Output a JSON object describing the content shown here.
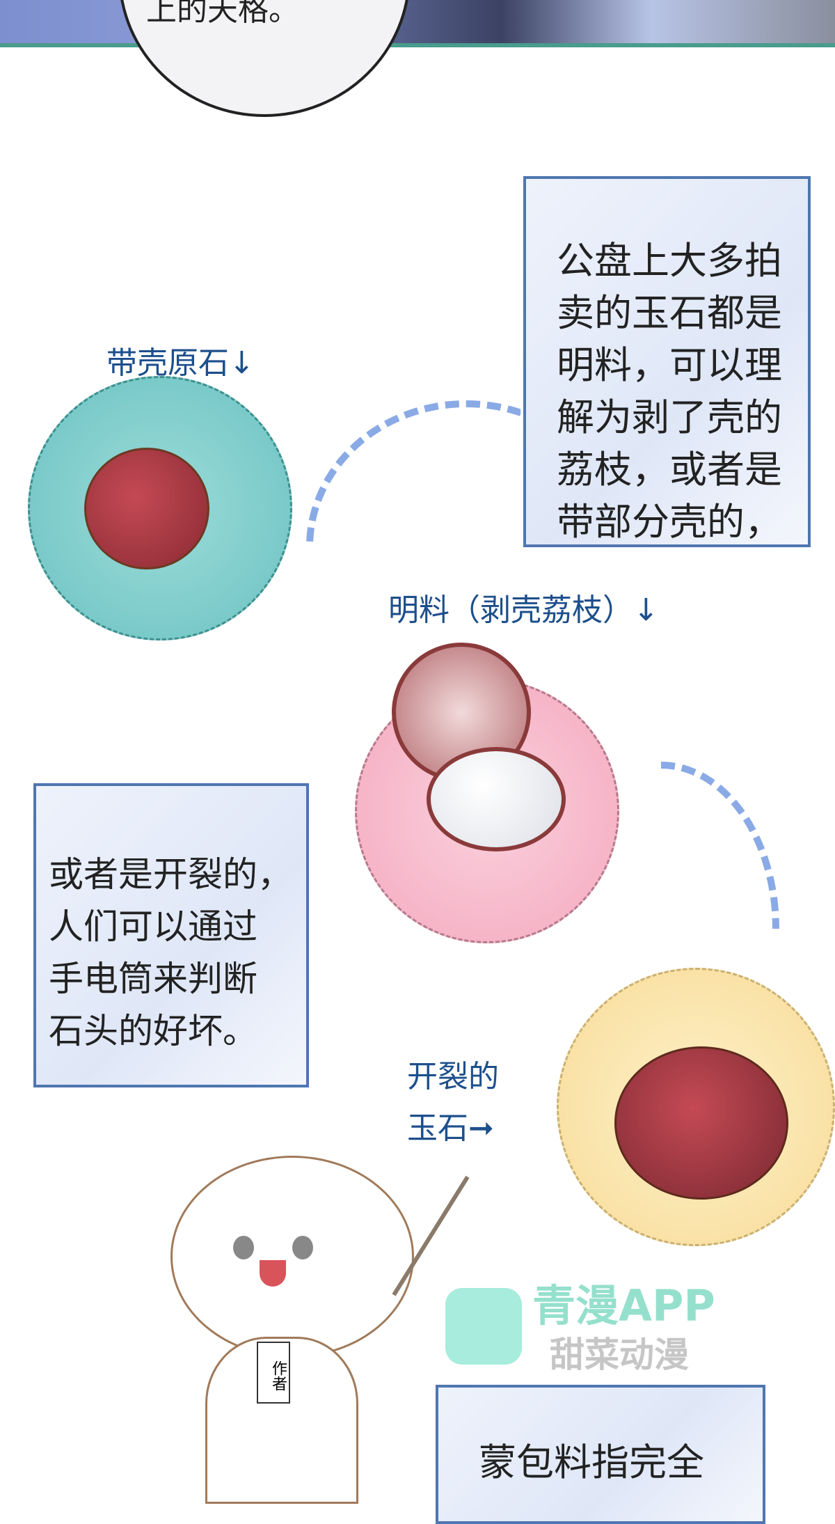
{
  "top_bubble": {
    "text": "上的天格。"
  },
  "box1": {
    "lines": [
      "公盘上大多拍",
      "卖的玉石都是",
      "明料，可以理",
      "解为剥了壳的",
      "荔枝，或者是",
      "带部分壳的，"
    ]
  },
  "labels": {
    "rough_stone": "带壳原石↓",
    "clear_material": "明料（剥壳荔枝）↓",
    "cracked_stone_1": "开裂的",
    "cracked_stone_2": "玉石➞"
  },
  "box2": {
    "lines": [
      "或者是开裂的，",
      "人们可以通过",
      "手电筒来判断",
      "石头的好坏。"
    ]
  },
  "author_tag": "作者",
  "box3": {
    "lines": [
      "蒙包料指完全"
    ]
  },
  "watermark": {
    "text": "青漫APP",
    "sub": "甜菜动漫"
  },
  "colors": {
    "teal_flower": "#7fcfcf",
    "pink_flower": "#f5b8cb",
    "yellow_flower": "#fbe5a8",
    "box_border": "#4f76b0",
    "label_text": "#1d4f8c"
  }
}
